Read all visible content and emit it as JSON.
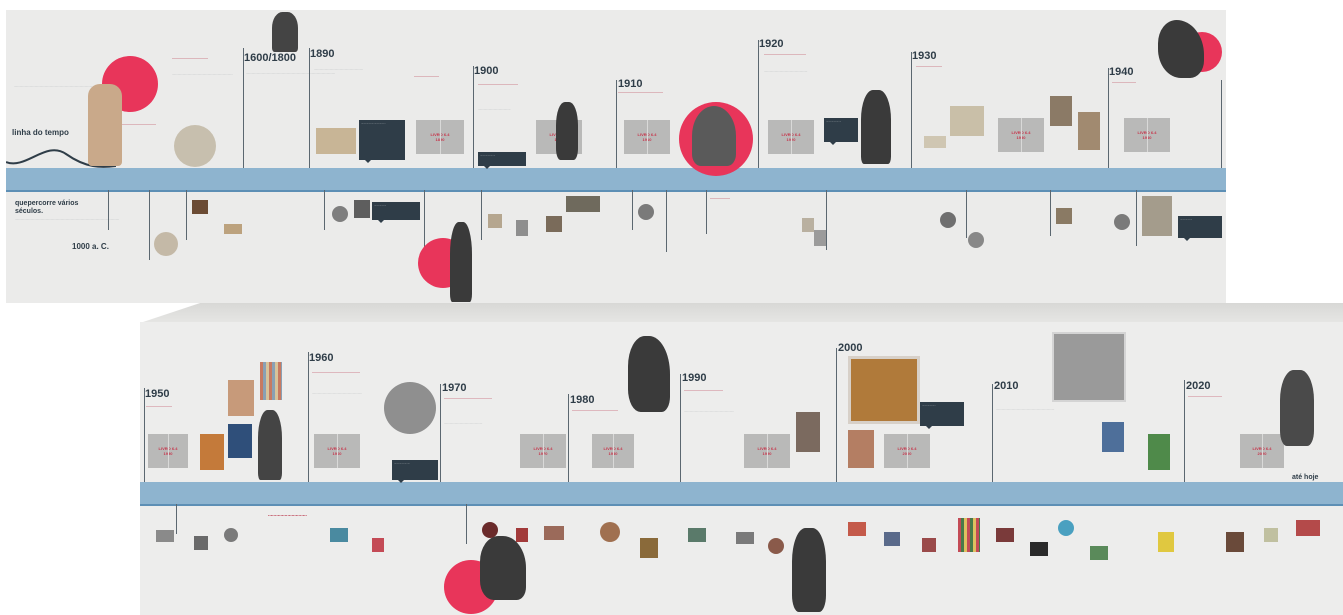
{
  "top_panel": {
    "title": "linha do tempo",
    "side_heading": "quepercorre vários séculos.",
    "start_year": "1000 a. C.",
    "years": [
      "1600/1800",
      "1890",
      "1900",
      "1910",
      "1920",
      "1930",
      "1940"
    ],
    "placeholders": [
      {
        "line1": "LIVRO 6.4",
        "line2": "1890"
      },
      {
        "line1": "LIVRO 6.4",
        "line2": "1900"
      },
      {
        "line1": "LIVRO 6.4",
        "line2": "1910"
      },
      {
        "line1": "LIVRO 6.4",
        "line2": "1920"
      },
      {
        "line1": "LIVRO 6.4",
        "line2": "1930"
      },
      {
        "line1": "LIVRO 6.4",
        "line2": "1940"
      }
    ]
  },
  "bottom_panel": {
    "years": [
      "1950",
      "1960",
      "1970",
      "1980",
      "1990",
      "2000",
      "2010",
      "2020"
    ],
    "end_label": "até hoje",
    "placeholders": [
      {
        "line1": "LIVRO 6.4",
        "line2": "1950"
      },
      {
        "line1": "LIVRO 6.4",
        "line2": "1960"
      },
      {
        "line1": "LIVRO 6.4",
        "line2": "1970"
      },
      {
        "line1": "LIVRO 6.4",
        "line2": "1980"
      },
      {
        "line1": "LIVRO 6.4",
        "line2": "1990"
      },
      {
        "line1": "LIVRO 6.4",
        "line2": "2000"
      },
      {
        "line1": "LIVRO 6.4",
        "line2": "2020"
      }
    ]
  },
  "colors": {
    "accent_pink": "#e8355a",
    "band_blue": "#8eb4cf",
    "dark_navy": "#2f3d48",
    "text_red": "#b4233a"
  }
}
